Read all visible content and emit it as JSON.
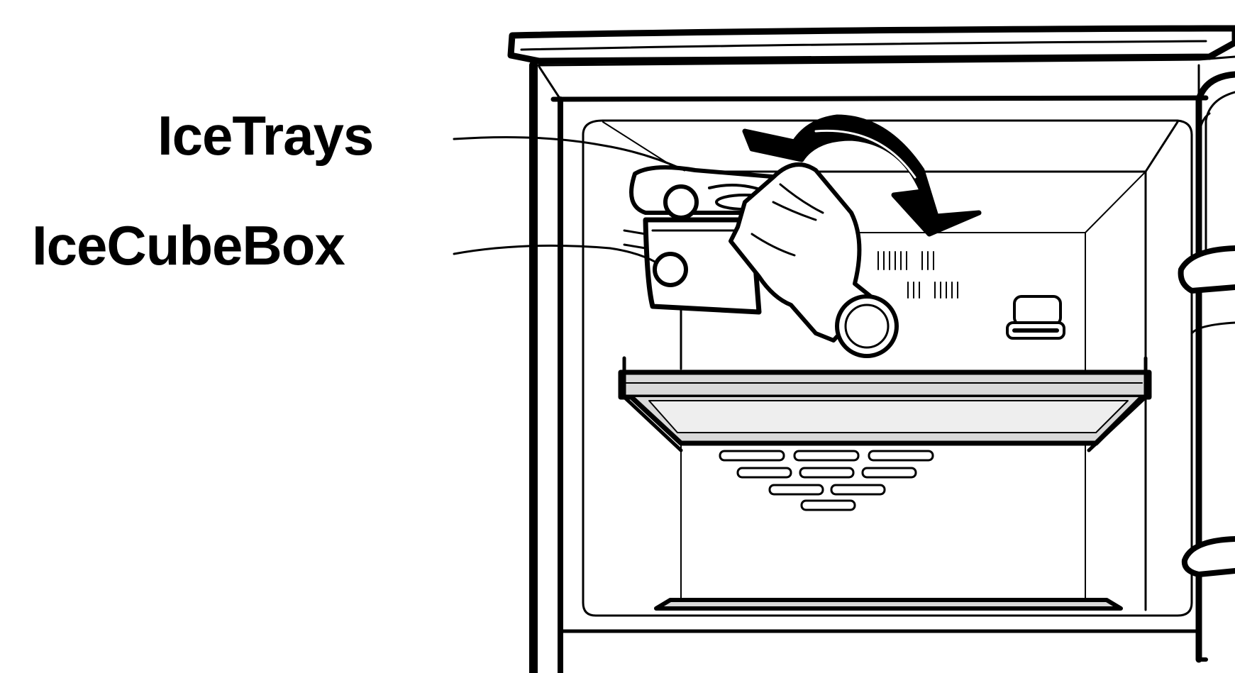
{
  "labels": {
    "ice_trays": "IceTrays",
    "ice_cube_box": "IceCubeBox"
  },
  "colors": {
    "line": "#000000",
    "background": "#ffffff",
    "shelf_fill": "#d9d9d9",
    "shelf_inner": "#eeeeee"
  },
  "illustration": {
    "subject": "refrigerator freezer compartment with ice trays and ice cube box, hand lifting tray",
    "icons": [
      "freezer-cabinet",
      "ice-tray",
      "ice-cube-box",
      "hand-icon",
      "rotate-arrow-icon",
      "glass-shelf",
      "control-knob",
      "vent-slots"
    ]
  }
}
